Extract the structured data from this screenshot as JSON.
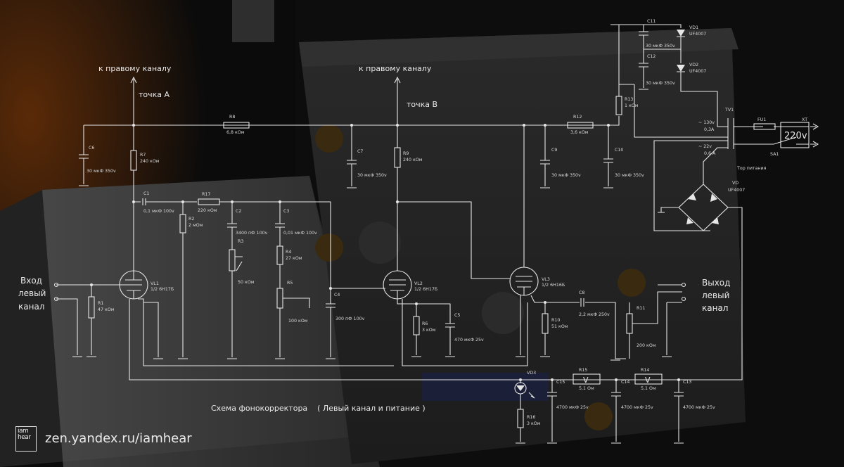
{
  "caption": "Схема фонокорректора    ( Левый канал и питание )",
  "watermark": {
    "logo_text": "iam hear",
    "site": "zen.yandex.ru/iamhear"
  },
  "labels": {
    "to_right_1": "к правому каналу",
    "to_right_2": "к правому каналу",
    "point_a": "точка A",
    "point_b": "точка B",
    "input_1": "Вход",
    "input_2": "левый",
    "input_3": "канал",
    "output_1": "Выход",
    "output_2": "левый",
    "output_3": "канал",
    "mains": "220v",
    "xt": "XT",
    "tor": "Тор питания",
    "sa1": "SA1",
    "fu1": "FU1",
    "tv1": "TV1",
    "sec1a": "~ 130v",
    "sec1b": "0,3A",
    "sec2a": "~ 22v",
    "sec2b": "0,6 A",
    "vd": "VD",
    "vd_type": "UF4007"
  },
  "components": {
    "r8": "R8",
    "r8v": "6,8 кОм",
    "r12": "R12",
    "r12v": "3,6 кОм",
    "r13": "R13",
    "r13v": "1 кОм",
    "c6": "C6",
    "c6v": "30 мкФ 350v",
    "c7": "C7",
    "c7v": "30 мкФ 350v",
    "c9": "C9",
    "c9v": "30 мкФ 350v",
    "c10": "C10",
    "c10v": "30 мкФ 350v",
    "c11": "C11",
    "c11v": "30 мкФ 350v",
    "c12": "C12",
    "c12v": "30 мкФ 350v",
    "vd1": "VD1",
    "vd1v": "UF4007",
    "vd2": "VD2",
    "vd2v": "UF4007",
    "r7": "R7",
    "r7v": "240 кОм",
    "r9": "R9",
    "r9v": "240 кОм",
    "c1": "C1",
    "c1v": "0,1 мкФ 100v",
    "r17": "R17",
    "r17v": "220 кОм",
    "r2": "R2",
    "r2v": "2 мОм",
    "c2": "C2",
    "c2v": "3400 пФ 100v",
    "c3": "C3",
    "c3v": "0,01 мкФ 100v",
    "r3": "R3",
    "r3v": "50 кОм",
    "r4": "R4",
    "r4v": "27 кОм",
    "r5": "R5",
    "r5v": "100 кОм",
    "c4": "C4",
    "c4v": "300 пФ 100v",
    "r1": "R1",
    "r1v": "47 кОм",
    "vl1": "VL1",
    "vl1v": "1/2 6Н17Б",
    "vl2": "VL2",
    "vl2v": "1/2 6Н17Б",
    "vl3": "VL3",
    "vl3v": "1/2 6Н16Б",
    "r6": "R6",
    "r6v": "3 кОм",
    "c5": "C5",
    "c5v": "470 мкФ 25v",
    "c8": "C8",
    "c8v": "2,2 мкФ 250v",
    "r10": "R10",
    "r10v": "51 кОм",
    "r11": "R11",
    "r11v": "200 кОм",
    "vd3": "VD3",
    "r16": "R16",
    "r16v": "3 кОм",
    "c15": "C15",
    "c15v": "4700 мкФ 25v",
    "r15": "R15",
    "r15v": "5,1 Ом",
    "c14": "C14",
    "c14v": "4700 мкФ 25v",
    "r14": "R14",
    "r14v": "5,1 Ом",
    "c13": "C13",
    "c13v": "4700 мкФ 25v",
    "v_mark": "V"
  },
  "colors": {
    "background": "#0b0b0b",
    "line": "#e6e6e6",
    "text": "#e8e8e8"
  }
}
